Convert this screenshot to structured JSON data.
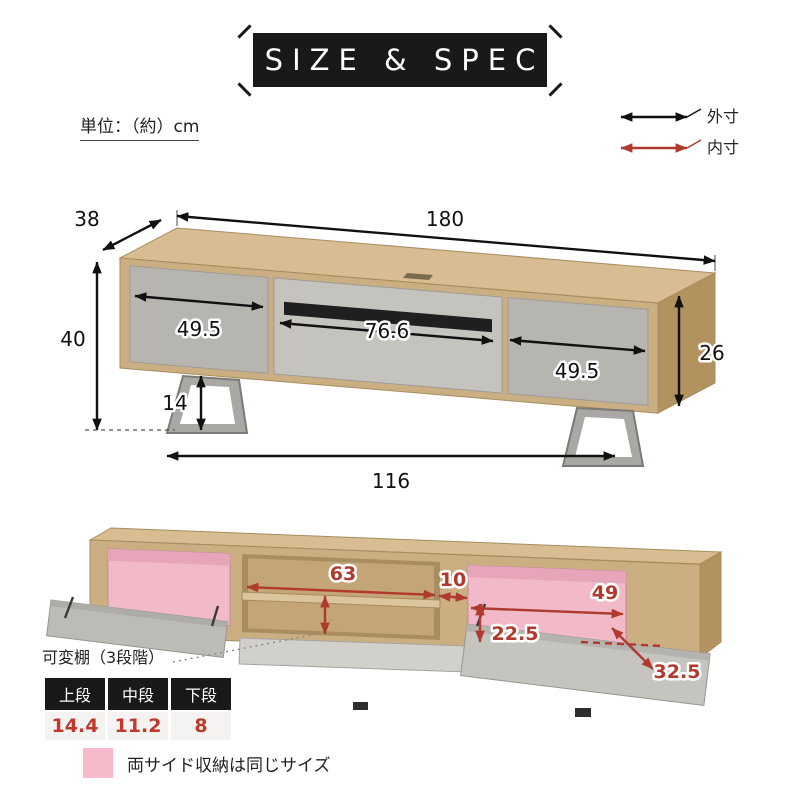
{
  "title": "SIZE & SPEC",
  "unit_note": "単位：（約）cm",
  "legend": {
    "outer_label": "外寸",
    "inner_label": "内寸",
    "outer_color": "#111111",
    "inner_color": "#b03a2e"
  },
  "outer_dimensions": {
    "width_total": "180",
    "depth": "38",
    "height_total": "40",
    "drawer_left": "49.5",
    "drawer_center": "76.6",
    "drawer_right": "49.5",
    "leg_height": "14",
    "body_height": "26",
    "leg_span": "116"
  },
  "inner_dimensions": {
    "center_shelf_width": "63",
    "partition": "10",
    "side_width": "49",
    "side_height": "22.5",
    "side_door_depth": "32.5"
  },
  "shelf": {
    "label": "可変棚（3段階）",
    "columns": [
      "上段",
      "中段",
      "下段"
    ],
    "values": [
      "14.4",
      "11.2",
      "8"
    ]
  },
  "side_note": "両サイド収納は同じサイズ",
  "colors": {
    "header_bg": "#191919",
    "accent_red": "#b03a2e",
    "wood": "#cbaf83",
    "wood_top": "#d9bd92",
    "wood_side": "#b2925f",
    "drawer_gray": "#b7b5b0",
    "interior_pink": "#f2bac9"
  }
}
